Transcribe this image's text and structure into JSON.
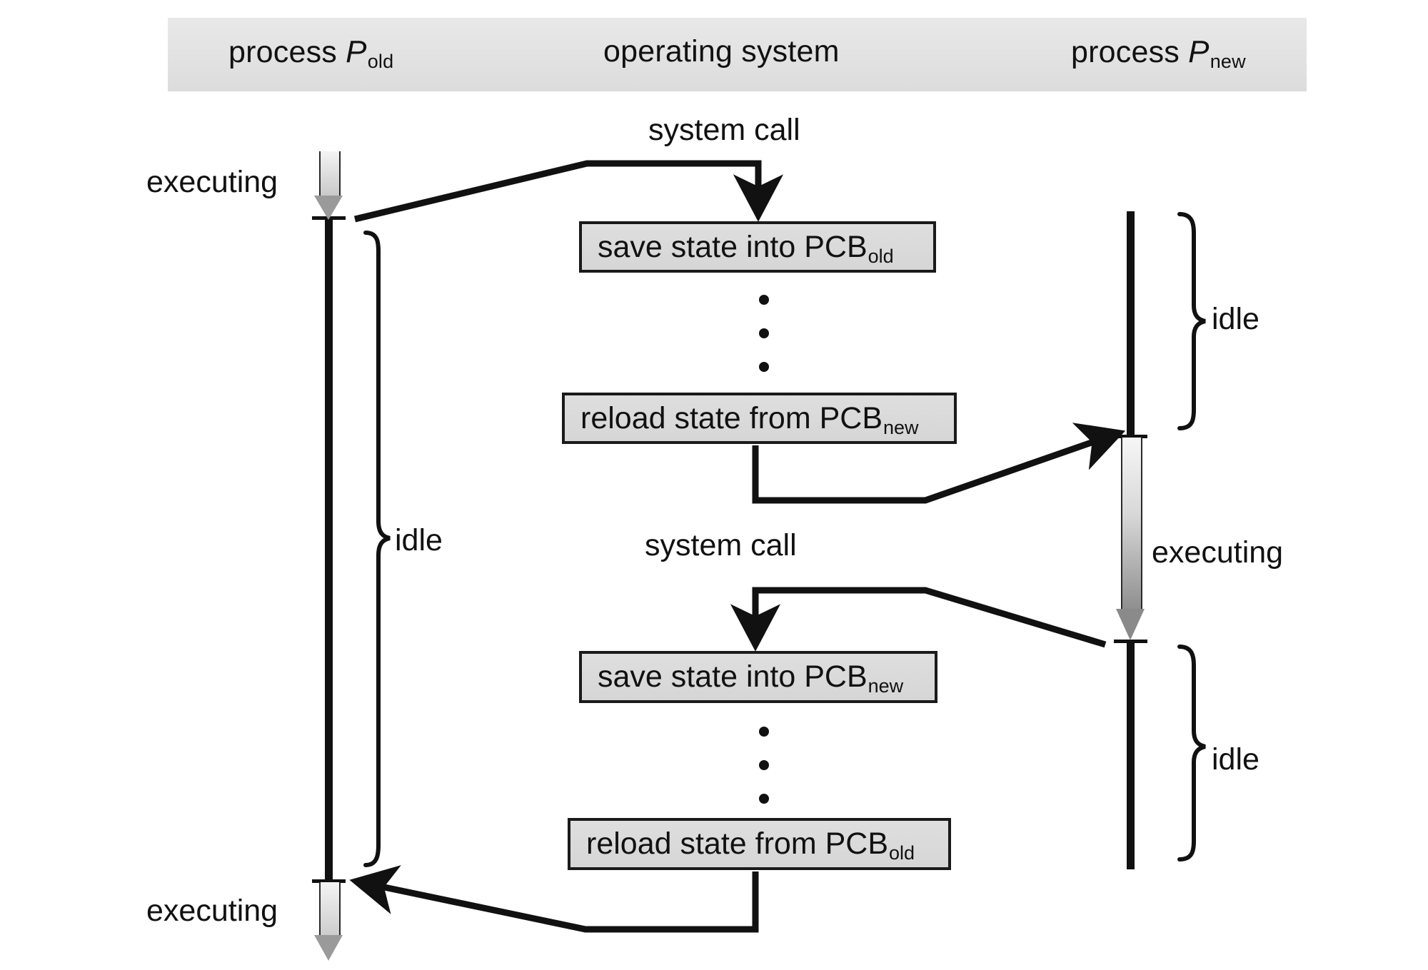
{
  "header": {
    "columns": [
      {
        "name": "process-p-old",
        "text_main": "process ",
        "symbol": "P",
        "sub": "old"
      },
      {
        "name": "operating-system",
        "text_main": "operating system",
        "symbol": "",
        "sub": ""
      },
      {
        "name": "process-p-new",
        "text_main": "process ",
        "symbol": "P",
        "sub": "new"
      }
    ],
    "band_color": "#e2e2e2"
  },
  "labels": {
    "system_call_1": "system call",
    "system_call_2": "system call",
    "executing_left_top": "executing",
    "executing_left_bottom": "executing",
    "executing_right": "executing",
    "idle_left": "idle",
    "idle_right_top": "idle",
    "idle_right_bottom": "idle"
  },
  "boxes": [
    {
      "name": "save-state-pcb-old",
      "text": "save state into PCB",
      "sub": "old"
    },
    {
      "name": "reload-state-pcb-new",
      "text": "reload state from PCB",
      "sub": "new"
    },
    {
      "name": "save-state-pcb-new",
      "text": "save state into PCB",
      "sub": "new"
    },
    {
      "name": "reload-state-pcb-old",
      "text": "reload state from PCB",
      "sub": "old"
    }
  ],
  "colors": {
    "line": "#111111",
    "box_fill": "#d8d8d8",
    "box_border": "#1a1a1a",
    "arrow_light": "#f2f2f2",
    "arrow_dark": "#808080"
  }
}
